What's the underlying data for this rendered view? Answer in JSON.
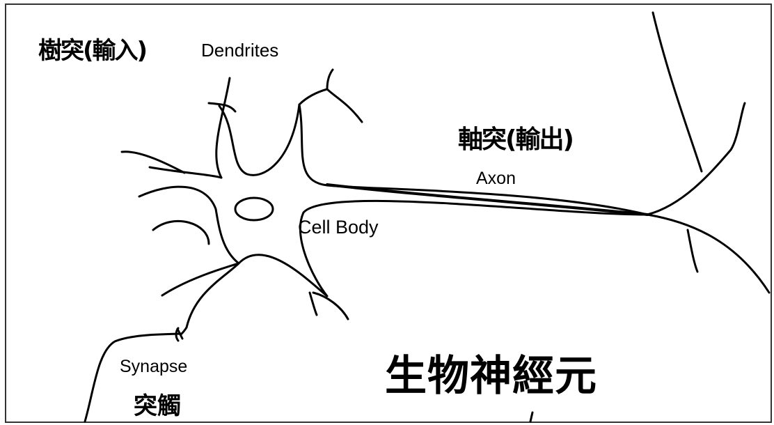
{
  "labels": {
    "dendrites_zh": "樹突(輸入)",
    "dendrites_en": "Dendrites",
    "axon_zh": "軸突(輸出)",
    "axon_en": "Axon",
    "cell_body": "Cell Body",
    "synapse_en": "Synapse",
    "synapse_zh": "突觸",
    "title": "生物神經元"
  },
  "colors": {
    "stroke": "#000000",
    "background": "#ffffff",
    "frame": "#333333"
  }
}
